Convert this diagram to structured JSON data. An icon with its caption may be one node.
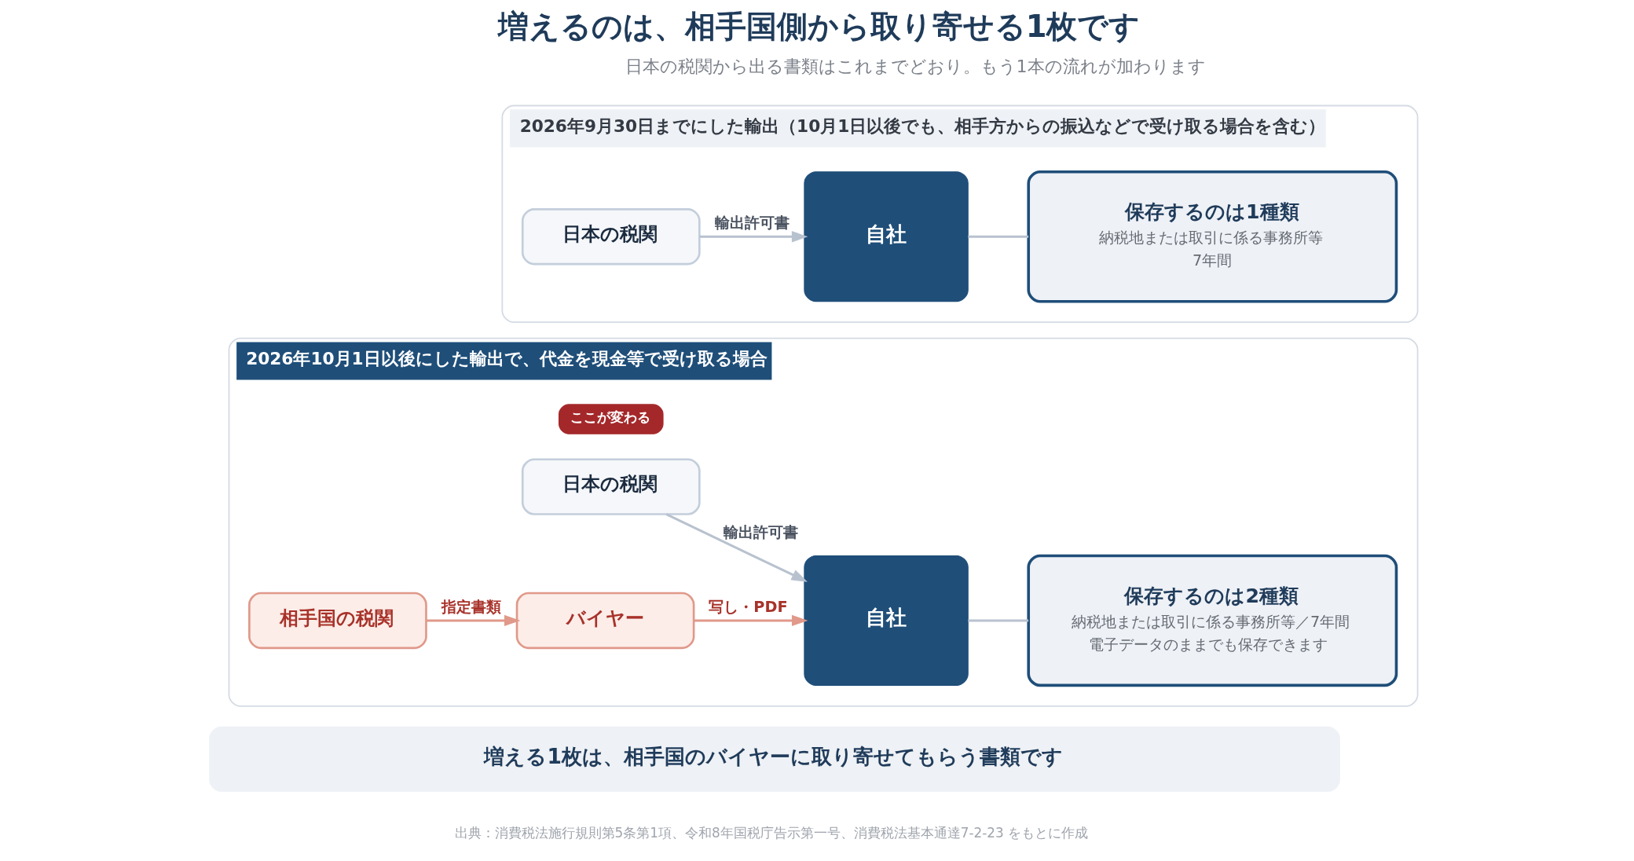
{
  "diagram": {
    "title": "増えるのは、相手国側から取り寄せる1枚です",
    "caption": "出典：消費税法施行規則第5条第1項、令和8年国税庁告示第一号、消費税法基本通達7-2-23 をもとに作成",
    "nodes": [
      {
        "text": [
          "2026年9月30日までにした輸出（10月1日以後でも、相手方からの振込などで受け取る場合を含む）"
        ]
      },
      {
        "text": [
          "日本の税関"
        ],
        "in": 0
      },
      {
        "text": [
          "自社"
        ],
        "in": 0
      },
      {
        "text": [
          "保存するのは1種類",
          "納税地または取引に係る事務所等",
          "7年間"
        ],
        "in": 0
      },
      {
        "text": [
          "2026年10月1日以後にした輸出で、代金を現金等で受け取る場合"
        ]
      },
      {
        "text": [
          "ここが変わる"
        ],
        "in": 4
      },
      {
        "text": [
          "日本の税関"
        ],
        "in": 4
      },
      {
        "text": [
          "相手国の税関"
        ],
        "in": 4
      },
      {
        "text": [
          "バイヤー"
        ],
        "in": 4
      },
      {
        "text": [
          "自社"
        ],
        "in": 4
      },
      {
        "text": [
          "保存するのは2種類",
          "納税地または取引に係る事務所等／7年間",
          "電子データのままでも保存できます"
        ],
        "in": 4
      },
      {
        "text": [
          "増える1枚は、相手国のバイヤーに取り寄せてもらう書類です"
        ]
      }
    ],
    "edges": [
      {
        "from": 1,
        "to": 2,
        "arrow": "to",
        "label": "輸出許可書"
      },
      {
        "from": 2,
        "to": 3,
        "arrow": "none"
      },
      {
        "from": 6,
        "to": 9,
        "arrow": "to",
        "label": "輸出許可書"
      },
      {
        "from": 7,
        "to": 8,
        "arrow": "to",
        "label": "指定書類",
        "color": "#e0998a"
      },
      {
        "from": 8,
        "to": 9,
        "arrow": "to",
        "label": "写し・PDF",
        "color": "#e0998a"
      },
      {
        "from": 9,
        "to": 10,
        "arrow": "none"
      }
    ],
    "labels": [
      "日本の税関から出る書類はこれまでどおり。もう1本の流れが加わります"
    ]
  }
}
